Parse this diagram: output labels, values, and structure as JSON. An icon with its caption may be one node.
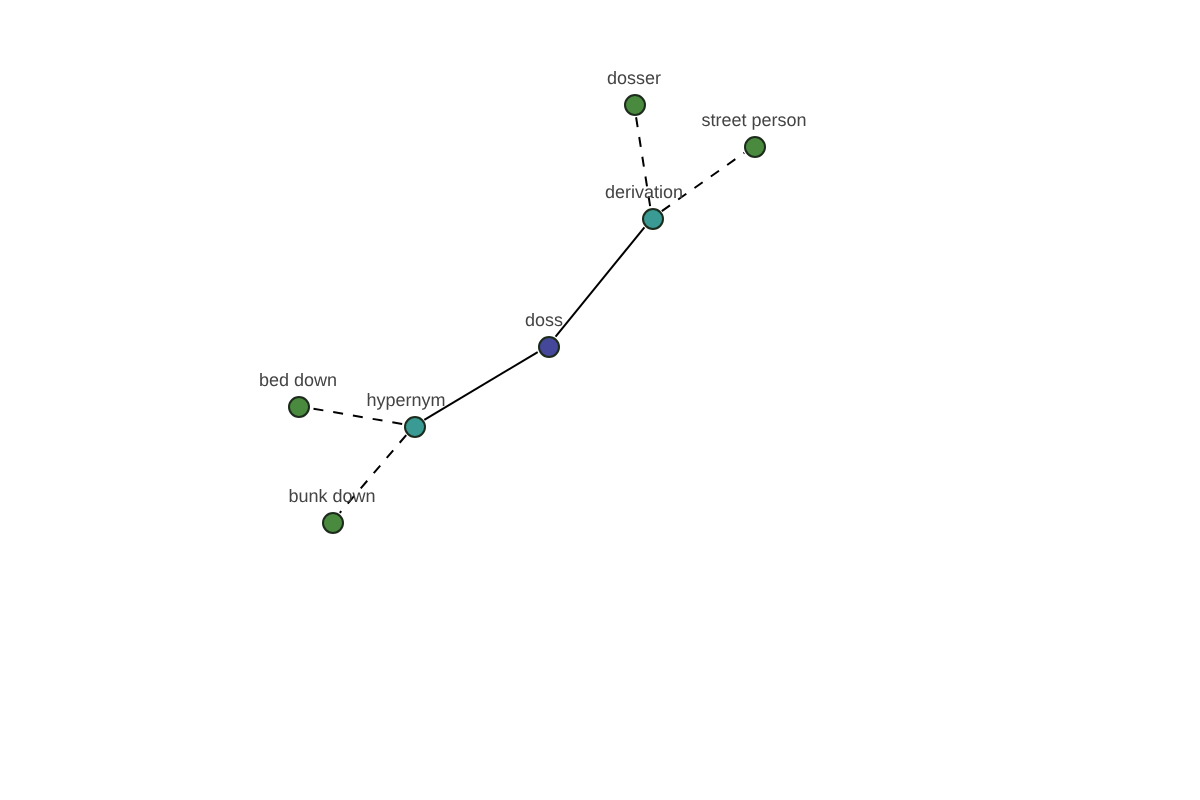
{
  "diagram": {
    "nodes": [
      {
        "text": [
          "dosser"
        ]
      },
      {
        "text": [
          "street person"
        ]
      },
      {
        "text": [
          "derivation"
        ]
      },
      {
        "text": [
          "doss"
        ]
      },
      {
        "text": [
          "bed down"
        ]
      },
      {
        "text": [
          "hypernym"
        ]
      },
      {
        "text": [
          "bunk down"
        ]
      }
    ],
    "edges": [
      {
        "from": 2,
        "to": 0,
        "arrow": "none",
        "style": "dashed"
      },
      {
        "from": 2,
        "to": 1,
        "arrow": "none",
        "style": "dashed"
      },
      {
        "from": 3,
        "to": 2,
        "arrow": "none"
      },
      {
        "from": 3,
        "to": 5,
        "arrow": "none"
      },
      {
        "from": 5,
        "to": 4,
        "arrow": "none",
        "style": "dashed"
      },
      {
        "from": 5,
        "to": 6,
        "arrow": "none",
        "style": "dashed"
      }
    ]
  }
}
